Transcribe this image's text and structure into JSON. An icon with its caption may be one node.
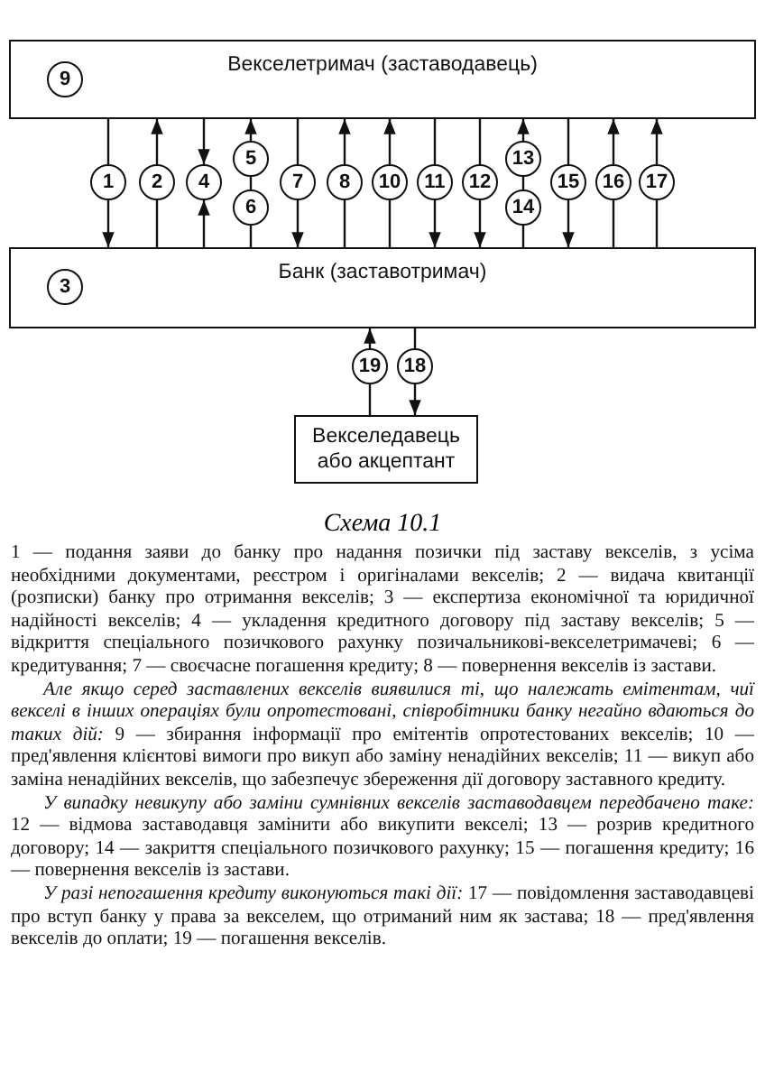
{
  "diagram": {
    "caption": "Схема 10.1",
    "nodes": [
      {
        "text": [
          "Векселетримач (заставодавець)"
        ]
      },
      {
        "text": [
          "9"
        ],
        "in": 0
      },
      {
        "text": [
          "1"
        ]
      },
      {
        "text": [
          "2"
        ]
      },
      {
        "text": [
          "4"
        ]
      },
      {
        "text": [
          "5"
        ]
      },
      {
        "text": [
          "6"
        ]
      },
      {
        "text": [
          "7"
        ]
      },
      {
        "text": [
          "8"
        ]
      },
      {
        "text": [
          "10"
        ]
      },
      {
        "text": [
          "11"
        ]
      },
      {
        "text": [
          "12"
        ]
      },
      {
        "text": [
          "13"
        ]
      },
      {
        "text": [
          "14"
        ]
      },
      {
        "text": [
          "15"
        ]
      },
      {
        "text": [
          "16"
        ]
      },
      {
        "text": [
          "17"
        ]
      },
      {
        "text": [
          "Банк (заставотримач)"
        ]
      },
      {
        "text": [
          "3"
        ],
        "in": 17
      },
      {
        "text": [
          "19"
        ]
      },
      {
        "text": [
          "18"
        ]
      },
      {
        "text": [
          "Векселедавець або акцептант"
        ]
      }
    ],
    "edges": [
      {
        "from": 0,
        "to": 2,
        "arrow": "none"
      },
      {
        "from": 2,
        "to": 17,
        "arrow": "to"
      },
      {
        "from": 17,
        "to": 3,
        "arrow": "none"
      },
      {
        "from": 3,
        "to": 0,
        "arrow": "to"
      },
      {
        "from": 0,
        "to": 4,
        "arrow": "to"
      },
      {
        "from": 17,
        "to": 4,
        "arrow": "to"
      },
      {
        "from": 17,
        "to": 6,
        "arrow": "none"
      },
      {
        "from": 6,
        "to": 5,
        "arrow": "none"
      },
      {
        "from": 5,
        "to": 0,
        "arrow": "to"
      },
      {
        "from": 0,
        "to": 7,
        "arrow": "none"
      },
      {
        "from": 7,
        "to": 17,
        "arrow": "to"
      },
      {
        "from": 17,
        "to": 8,
        "arrow": "none"
      },
      {
        "from": 8,
        "to": 0,
        "arrow": "to"
      },
      {
        "from": 17,
        "to": 9,
        "arrow": "none"
      },
      {
        "from": 9,
        "to": 0,
        "arrow": "to"
      },
      {
        "from": 0,
        "to": 10,
        "arrow": "none"
      },
      {
        "from": 10,
        "to": 17,
        "arrow": "to"
      },
      {
        "from": 0,
        "to": 11,
        "arrow": "none"
      },
      {
        "from": 11,
        "to": 17,
        "arrow": "to"
      },
      {
        "from": 17,
        "to": 13,
        "arrow": "none"
      },
      {
        "from": 13,
        "to": 12,
        "arrow": "none"
      },
      {
        "from": 12,
        "to": 0,
        "arrow": "to"
      },
      {
        "from": 0,
        "to": 14,
        "arrow": "none"
      },
      {
        "from": 14,
        "to": 17,
        "arrow": "to"
      },
      {
        "from": 17,
        "to": 15,
        "arrow": "none"
      },
      {
        "from": 15,
        "to": 0,
        "arrow": "to"
      },
      {
        "from": 17,
        "to": 16,
        "arrow": "none"
      },
      {
        "from": 16,
        "to": 0,
        "arrow": "to"
      },
      {
        "from": 21,
        "to": 19,
        "arrow": "none"
      },
      {
        "from": 19,
        "to": 17,
        "arrow": "to"
      },
      {
        "from": 17,
        "to": 20,
        "arrow": "none"
      },
      {
        "from": 20,
        "to": 21,
        "arrow": "to"
      }
    ],
    "labels": [
      "1 — подання заяви до банку про надання позички під заставу векселів, з усіма необхідними документами, реєстром і оригіналами векселів; 2 — видача квитанції (розписки) банку про отримання векселів; 3 — експертиза економічної та юридичної надійності векселів; 4 — укладення кредитного договору під заставу векселів; 5 — відкриття спеціального позичкового рахунку позичальникові-векселетримачеві; 6 — кредитування; 7 — своєчасне погашення кредиту; 8 — повернення векселів із застави.",
      "*Але якщо серед заставлених векселів виявилися ті, що належать емітентам, чиї векселі в інших операціях були опротестовані, співробітники банку негайно вдаються до таких дій:* 9 — збирання інформації про емітентів опротестованих векселів; 10 — пред'явлення клієнтові вимоги про викуп або заміну ненадійних векселів; 11 — викуп або заміна ненадійних векселів, що забезпечує збереження дії договору заставного кредиту.",
      "*У випадку невикупу або заміни сумнівних векселів заставодавцем передбачено таке:* 12 — відмова заставодавця замінити або викупити векселі; 13 — розрив кредитного договору; 14 — закриття спеціального позичкового рахунку; 15 — погашення кредиту; 16 — повернення векселів із застави.",
      "*У разі непогашення кредиту виконуються такі дії:* 17 — повідомлення заставодавцеві про вступ банку у права за векселем, що отриманий ним як застава; 18 — пред'явлення векселів до оплати; 19 — погашення векселів."
    ]
  }
}
